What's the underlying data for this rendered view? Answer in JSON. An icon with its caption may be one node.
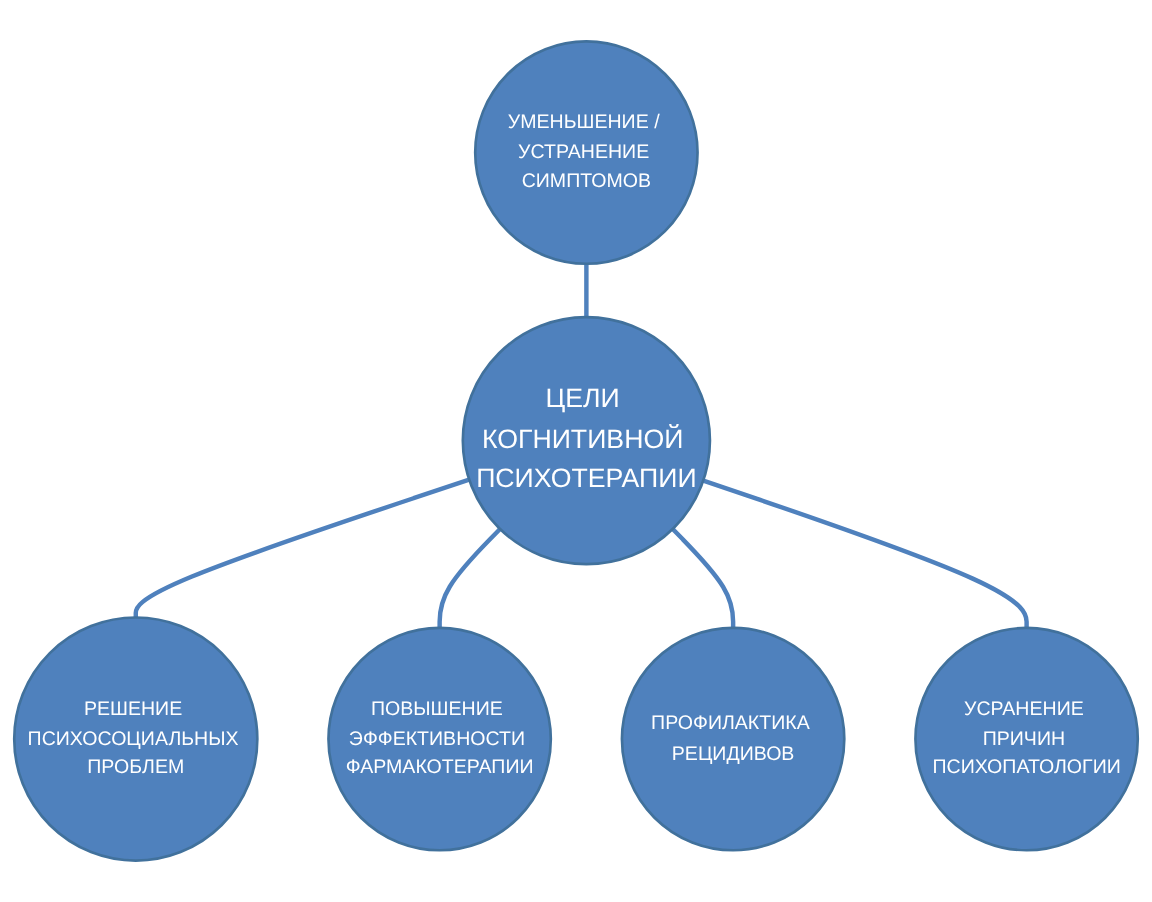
{
  "diagram": {
    "nodes": [
      {
        "text": [
          "УМЕНЬШЕНИЕ / УСТРАНЕНИЕ СИМПТОМОВ"
        ]
      },
      {
        "text": [
          "РЕШЕНИЕ ПСИХОСОЦИАЛЬНЫХ ПРОБЛЕМ"
        ]
      },
      {
        "text": [
          "ЦЕЛИ КОГНИТИВНОЙ ПСИХОТЕРАПИИ"
        ]
      },
      {
        "text": [
          "ПОВЫШЕНИЕ ЭФФЕКТИВНОСТИ ФАРМАКОТЕРАПИИ"
        ]
      },
      {
        "text": [
          "ПРОФИЛАКТИКА РЕЦИДИВОВ"
        ]
      },
      {
        "text": [
          "УСРАНЕНИЕ ПРИЧИН ПСИХОПАТОЛОГИИ"
        ]
      }
    ],
    "edges": [
      {
        "from": 0,
        "to": 2,
        "arrow": "none"
      },
      {
        "from": 2,
        "to": 1,
        "arrow": "none"
      },
      {
        "from": 2,
        "to": 3,
        "arrow": "none"
      },
      {
        "from": 2,
        "to": 4,
        "arrow": "none"
      },
      {
        "from": 2,
        "to": 5,
        "arrow": "none"
      }
    ]
  }
}
